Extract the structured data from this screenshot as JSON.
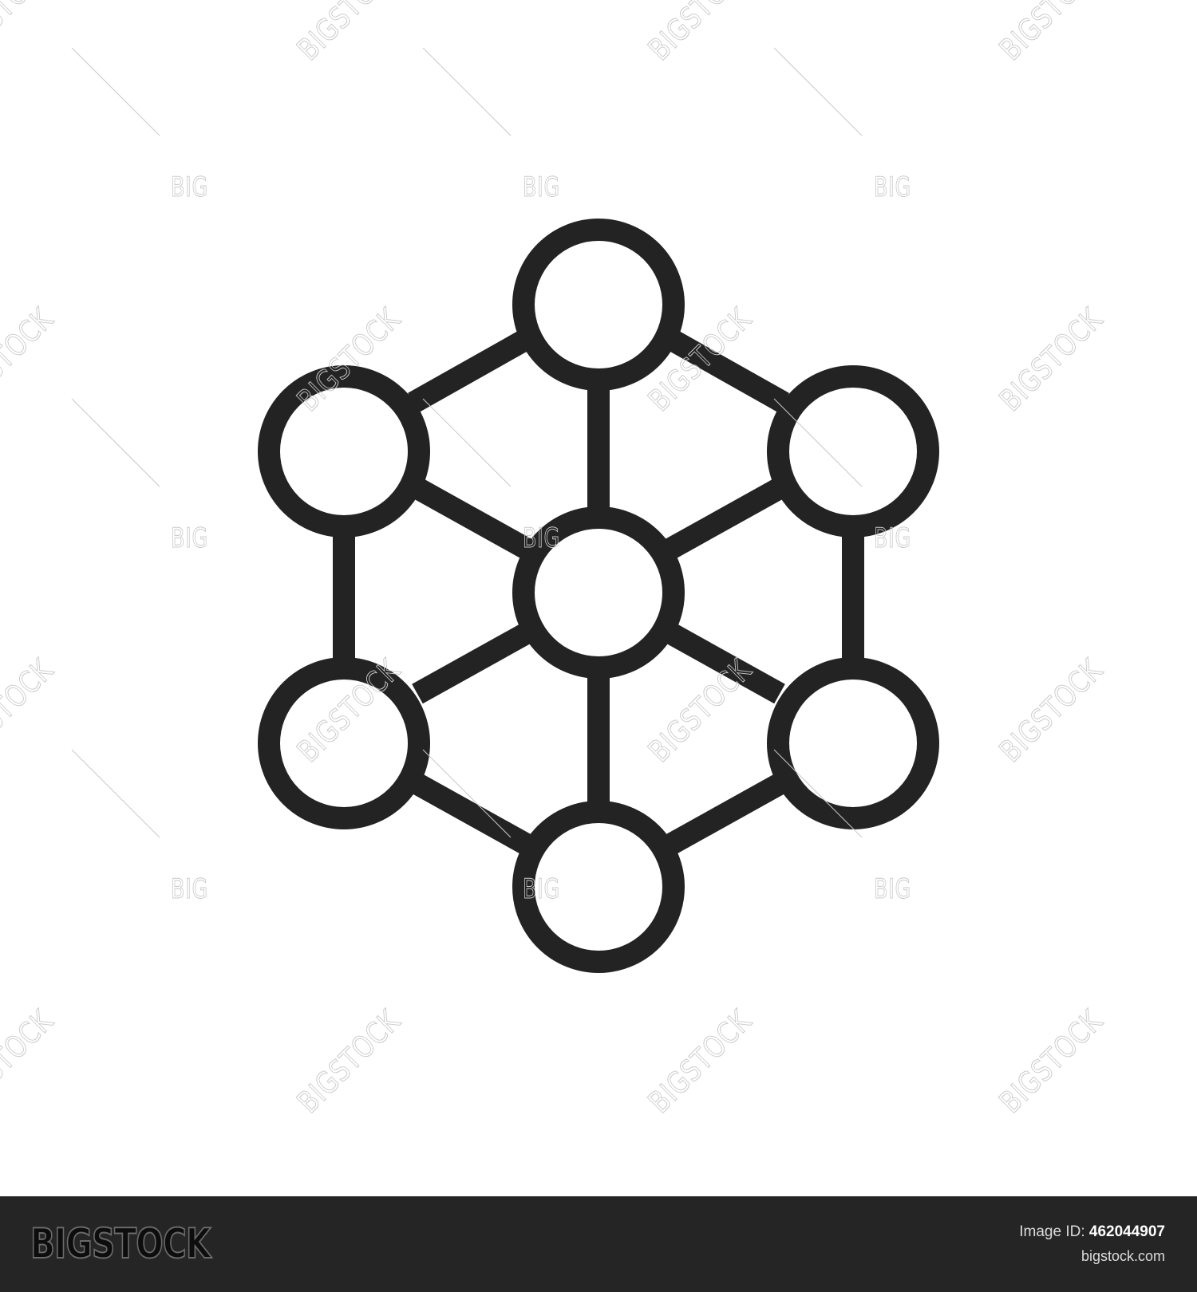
{
  "icon": {
    "name": "network-molecule-icon",
    "stroke_color": "#232323",
    "fill_color": "#ffffff",
    "nodes": [
      "top",
      "upper-left",
      "upper-right",
      "center",
      "lower-left",
      "lower-right",
      "bottom"
    ]
  },
  "watermark": {
    "brand": "BIGSTOCK",
    "short": "BIG",
    "color": "#c9c9c9"
  },
  "footer": {
    "logo_text": "BIGSTOCK",
    "image_id_label": "Image ID:",
    "image_id_value": "462044907",
    "site": "bigstock.com",
    "background": "#252525"
  }
}
